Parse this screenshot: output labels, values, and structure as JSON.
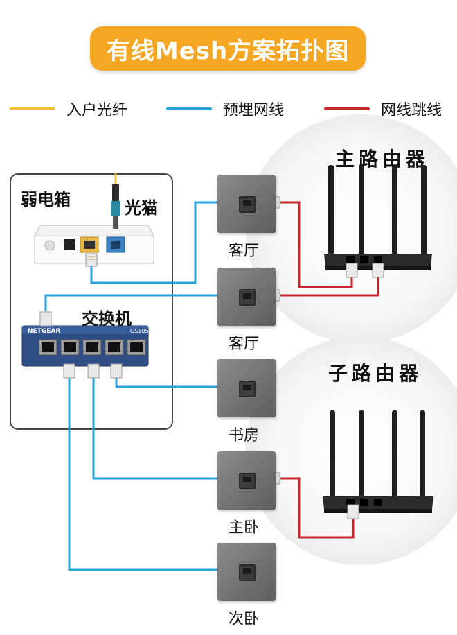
{
  "title": "有线Mesh方案拓扑图",
  "legend": [
    {
      "label": "入户光纤",
      "color": "#f2c230"
    },
    {
      "label": "预埋网线",
      "color": "#2aa3d8"
    },
    {
      "label": "网线跳线",
      "color": "#c8282d"
    }
  ],
  "labels": {
    "weak_box": "弱电箱",
    "modem": "光猫",
    "switch": "交换机",
    "main_router": "主路由器",
    "sub_router": "子路由器"
  },
  "switch_brand": "NETGEAR",
  "switch_model": "GS105",
  "panels": [
    {
      "room": "客厅"
    },
    {
      "room": "客厅"
    },
    {
      "room": "书房"
    },
    {
      "room": "主卧"
    },
    {
      "room": "次卧"
    }
  ],
  "colors": {
    "title_bg": "#f5a623",
    "fiber": "#f2c230",
    "cable": "#2aa3d8",
    "patch": "#c8282d"
  }
}
